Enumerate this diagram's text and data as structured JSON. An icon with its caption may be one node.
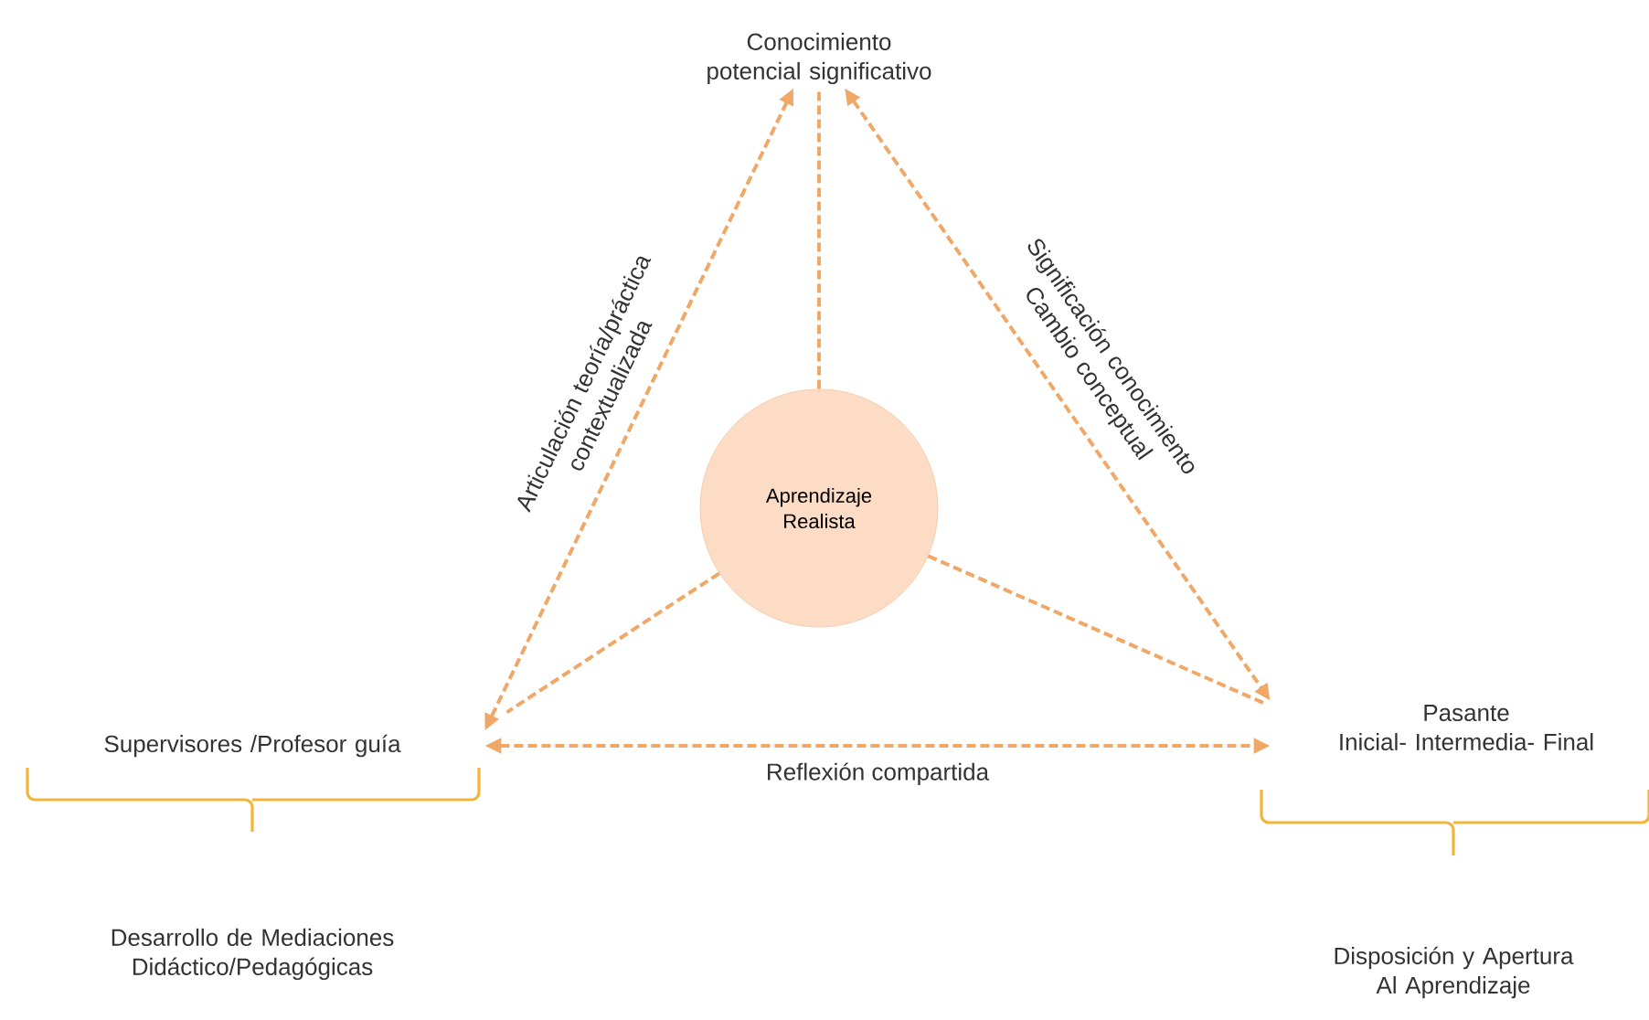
{
  "diagram": {
    "nodes": [
      {
        "text": [
          "Conocimiento potencial significativo"
        ]
      },
      {
        "text": [
          "Aprendizaje Realista"
        ]
      },
      {
        "text": [
          "Supervisores /Profesor guía"
        ]
      },
      {
        "text": [
          "Pasante",
          "Inicial- Intermedia- Final"
        ]
      }
    ],
    "labels": [
      "Desarrollo de Mediaciones Didáctico/Pedagógicas",
      "Disposición y Apertura Al Aprendizaje"
    ],
    "edges": [
      {
        "from": 0,
        "to": 2,
        "arrow": "both",
        "label": "Articulación teoría/práctica contextualizada",
        "style": "dashed"
      },
      {
        "from": 0,
        "to": 3,
        "arrow": "both",
        "label": "Significación conocimiento Cambio conceptual",
        "style": "dashed"
      },
      {
        "from": 1,
        "to": 0,
        "arrow": "none",
        "style": "dashed"
      },
      {
        "from": 1,
        "to": 2,
        "arrow": "none",
        "style": "dashed"
      },
      {
        "from": 1,
        "to": 3,
        "arrow": "none",
        "style": "dashed"
      },
      {
        "from": 2,
        "to": 3,
        "arrow": "both",
        "label": "Reflexión compartida",
        "style": "dashed"
      }
    ]
  }
}
